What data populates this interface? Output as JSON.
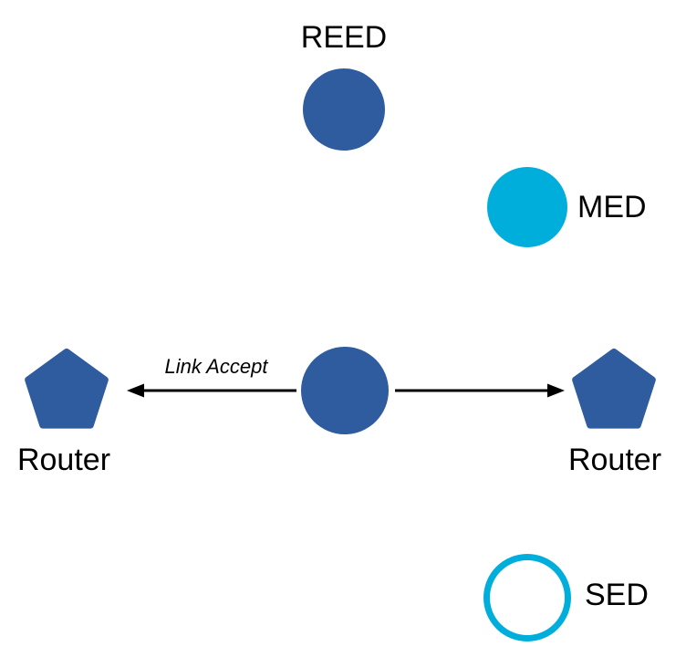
{
  "diagram": {
    "type": "network-topology",
    "background": "#ffffff",
    "colors": {
      "node_blue": "#2E5C9F",
      "node_cyan": "#00AEDB",
      "arrow_black": "#000000",
      "text_black": "#000000"
    },
    "nodes": [
      {
        "id": "reed",
        "label": "REED",
        "shape": "circle",
        "fill": "#2E5C9F"
      },
      {
        "id": "med",
        "label": "MED",
        "shape": "circle",
        "fill": "#00AEDB"
      },
      {
        "id": "center",
        "label": "",
        "shape": "circle",
        "fill": "#2E5C9F"
      },
      {
        "id": "router-left",
        "label": "Router",
        "shape": "pentagon",
        "fill": "#2E5C9F"
      },
      {
        "id": "router-right",
        "label": "Router",
        "shape": "pentagon",
        "fill": "#2E5C9F"
      },
      {
        "id": "sed",
        "label": "SED",
        "shape": "ring",
        "stroke": "#00AEDB"
      }
    ],
    "edges": [
      {
        "from": "center",
        "to": "router-left",
        "label": "Link Accept",
        "direction": "left"
      },
      {
        "from": "center",
        "to": "router-right",
        "label": "",
        "direction": "right"
      }
    ]
  }
}
